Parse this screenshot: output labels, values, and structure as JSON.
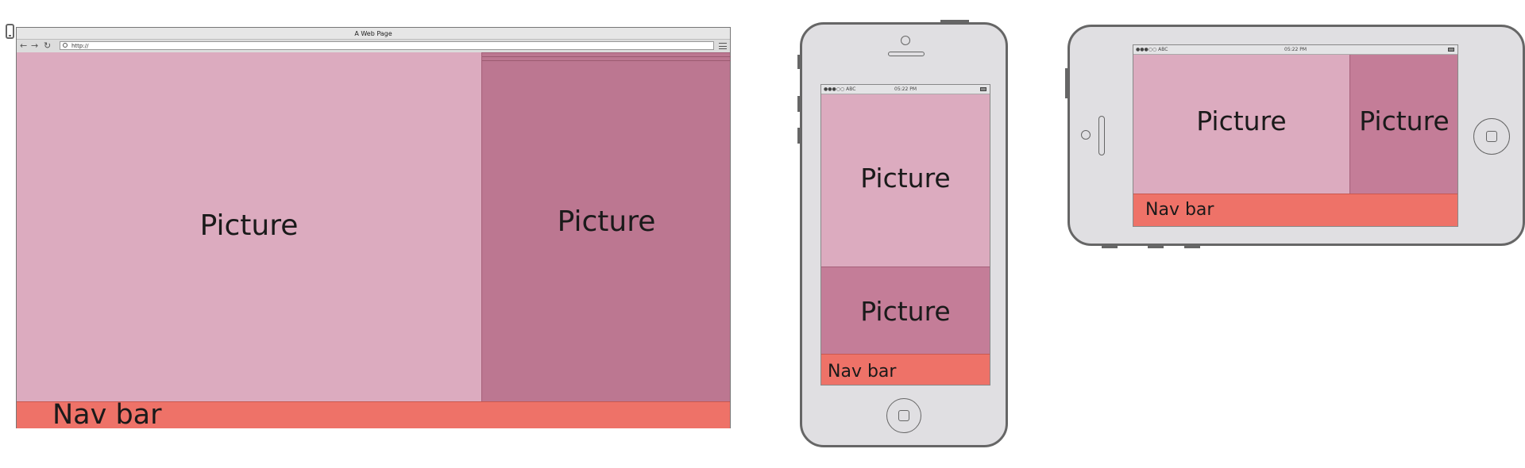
{
  "browser": {
    "title": "A Web Page",
    "url": "http://",
    "picture_main": "Picture",
    "picture_side": "Picture",
    "nav_label": "Nav bar"
  },
  "phone_portrait": {
    "carrier": "●●●○○ ABC",
    "time": "05:22 PM",
    "picture_top": "Picture",
    "picture_bottom": "Picture",
    "nav_label": "Nav bar"
  },
  "phone_landscape": {
    "carrier": "●●●○○ ABC",
    "time": "05:22 PM",
    "picture_main": "Picture",
    "picture_side": "Picture",
    "nav_label": "Nav bar"
  },
  "colors": {
    "picture_light": "#dcabbf",
    "picture_dark": "#bc7791",
    "nav_bar": "#ee7268",
    "device_body": "#e0dfe2"
  }
}
